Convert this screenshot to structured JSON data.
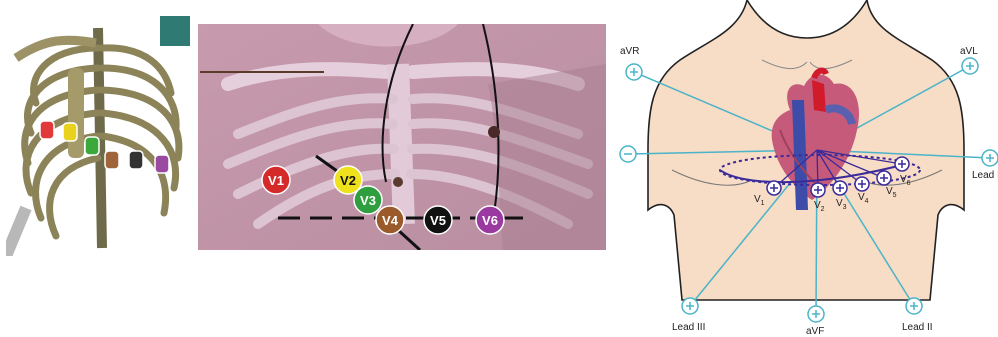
{
  "rib_cage": {
    "electrode_colors": [
      "#e03a3a",
      "#e8d21e",
      "#3aa83a",
      "#a0643a",
      "#333333",
      "#9a4aa0"
    ]
  },
  "photo_electrodes": [
    {
      "label": "V1",
      "color": "#d42a2a",
      "text_color": "#ffffff"
    },
    {
      "label": "V2",
      "color": "#efe21c",
      "text_color": "#111111"
    },
    {
      "label": "V3",
      "color": "#2e9e3e",
      "text_color": "#ffffff"
    },
    {
      "label": "V4",
      "color": "#9a5a2a",
      "text_color": "#ffffff"
    },
    {
      "label": "V5",
      "color": "#111111",
      "text_color": "#ffffff"
    },
    {
      "label": "V6",
      "color": "#9a3aa0",
      "text_color": "#ffffff"
    }
  ],
  "limb_leads": {
    "avr": "aVR",
    "avl": "aVL",
    "lead_i": "Lead I",
    "lead_iii": "Lead III",
    "avf": "aVF",
    "lead_ii": "Lead II"
  },
  "precordial_leads": [
    {
      "name": "V",
      "sub": "1"
    },
    {
      "name": "V",
      "sub": "2"
    },
    {
      "name": "V",
      "sub": "3"
    },
    {
      "name": "V",
      "sub": "4"
    },
    {
      "name": "V",
      "sub": "5"
    },
    {
      "name": "V",
      "sub": "6"
    }
  ],
  "colors": {
    "lead_line": "#4ab4c8",
    "precordial": "#3a2a9a",
    "skin": "#f7dcc6"
  }
}
